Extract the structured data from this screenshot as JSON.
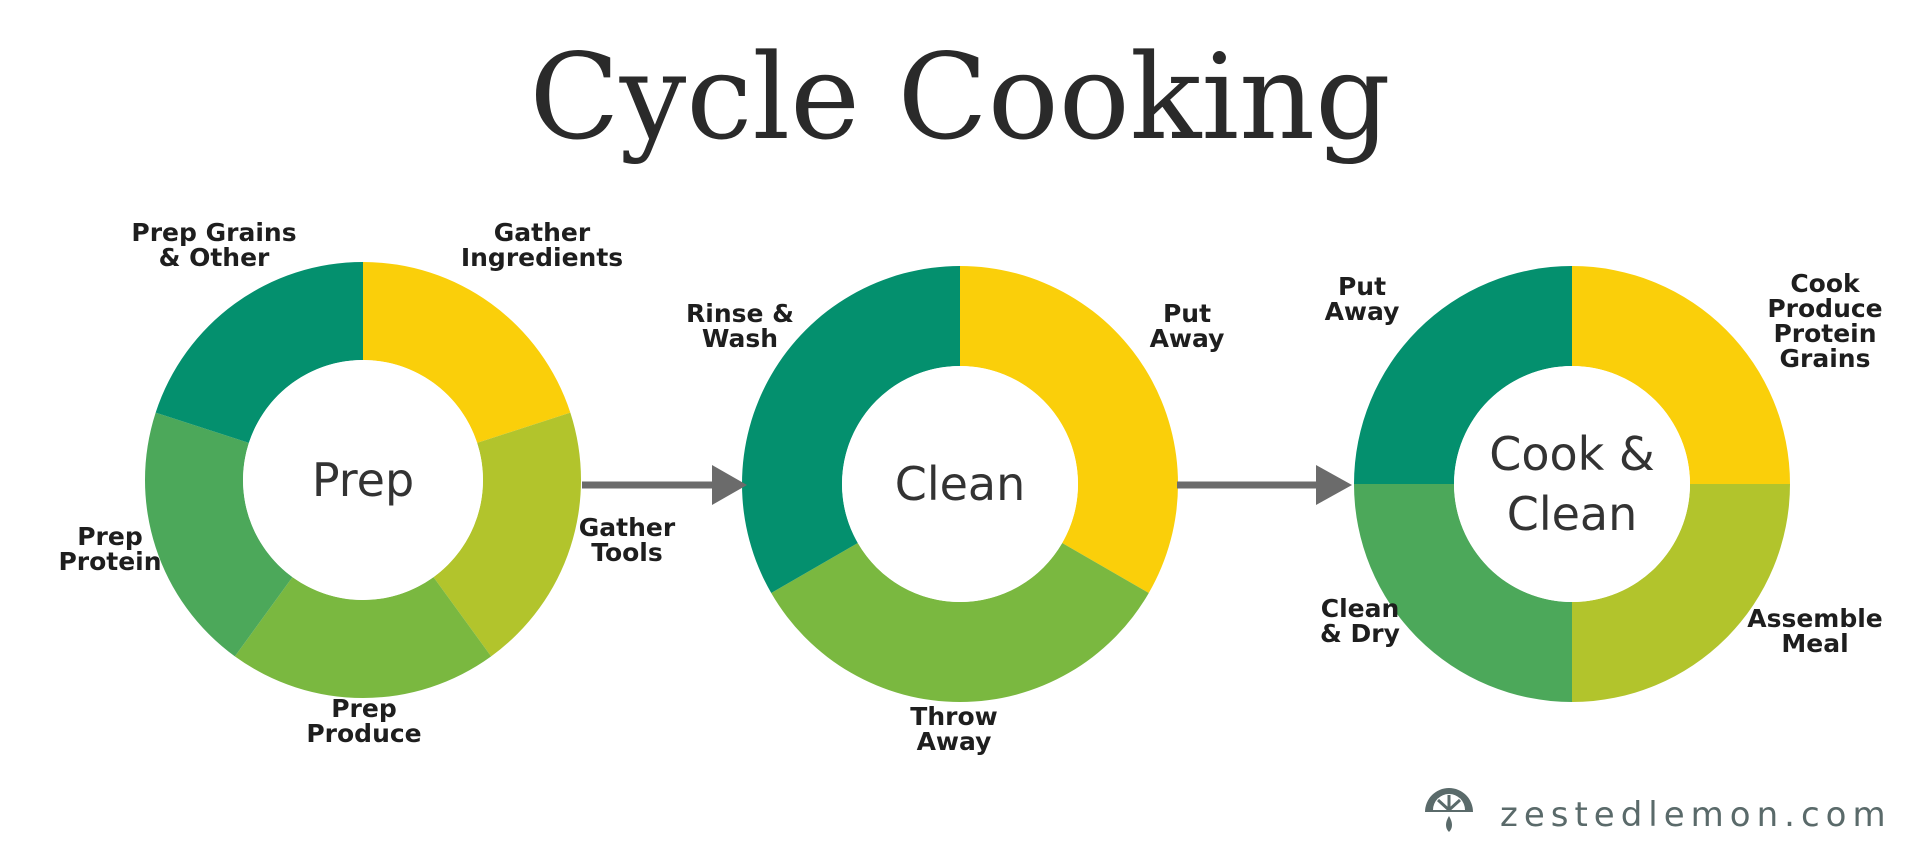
{
  "title": "Cycle Cooking",
  "colors": {
    "dark_green": "#04906E",
    "mid_green": "#4CA85A",
    "light_green": "#7AB840",
    "lime": "#B2C42C",
    "yellow": "#FACF0A",
    "arrow": "#6b6b6b"
  },
  "cycles": [
    {
      "center": [
        "Prep"
      ],
      "segments": [
        {
          "label": [
            "Gather",
            "Ingredients"
          ],
          "color": "yellow",
          "fraction": 0.2
        },
        {
          "label": [
            "Gather",
            "Tools"
          ],
          "color": "lime",
          "fraction": 0.2
        },
        {
          "label": [
            "Prep",
            "Produce"
          ],
          "color": "light_green",
          "fraction": 0.2
        },
        {
          "label": [
            "Prep",
            "Protein"
          ],
          "color": "mid_green",
          "fraction": 0.2
        },
        {
          "label": [
            "Prep Grains",
            "& Other"
          ],
          "color": "dark_green",
          "fraction": 0.2
        }
      ]
    },
    {
      "center": [
        "Clean"
      ],
      "segments": [
        {
          "label": [
            "Put",
            "Away"
          ],
          "color": "yellow",
          "fraction": 0.3333
        },
        {
          "label": [
            "Throw",
            "Away"
          ],
          "color": "light_green",
          "fraction": 0.3333
        },
        {
          "label": [
            "Rinse &",
            "Wash"
          ],
          "color": "dark_green",
          "fraction": 0.3333
        }
      ]
    },
    {
      "center": [
        "Cook &",
        "Clean"
      ],
      "segments": [
        {
          "label": [
            "Cook",
            "Produce",
            "Protein",
            "Grains"
          ],
          "color": "yellow",
          "fraction": 0.25
        },
        {
          "label": [
            "Assemble",
            "Meal"
          ],
          "color": "lime",
          "fraction": 0.25
        },
        {
          "label": [
            "Clean",
            "& Dry"
          ],
          "color": "mid_green",
          "fraction": 0.25
        },
        {
          "label": [
            "Put",
            "Away"
          ],
          "color": "dark_green",
          "fraction": 0.25
        }
      ]
    }
  ],
  "brand": {
    "text": "zestedlemon.com",
    "icon": "lemon-slice-icon"
  }
}
